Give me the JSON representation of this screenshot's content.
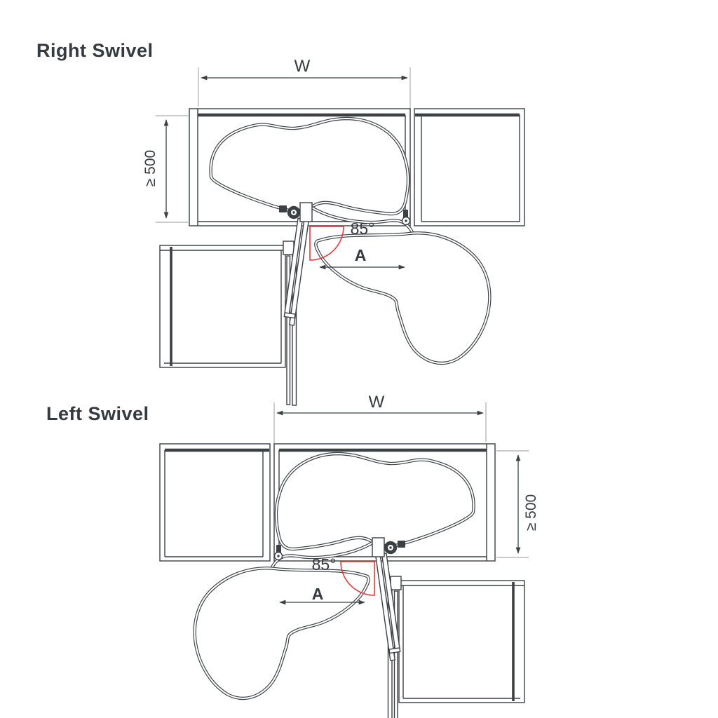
{
  "page": {
    "background_color": "#ffffff",
    "type": "cabinet-swivel-tray-technical-drawing"
  },
  "colors": {
    "line": "#3b4045",
    "text": "#343a40",
    "extension_line": "#a9acae",
    "angle_arc_red": "#e23a40"
  },
  "diagrams": [
    {
      "title": "Right Swivel",
      "swivel_direction": "right",
      "labels": {
        "width": "W",
        "min_depth": "≥ 500",
        "door_opening_angle": "85°",
        "clearance": "A"
      }
    },
    {
      "title": "Left Swivel",
      "swivel_direction": "left",
      "labels": {
        "width": "W",
        "min_depth": "≥ 500",
        "door_opening_angle": "85°",
        "clearance": "A"
      }
    }
  ]
}
